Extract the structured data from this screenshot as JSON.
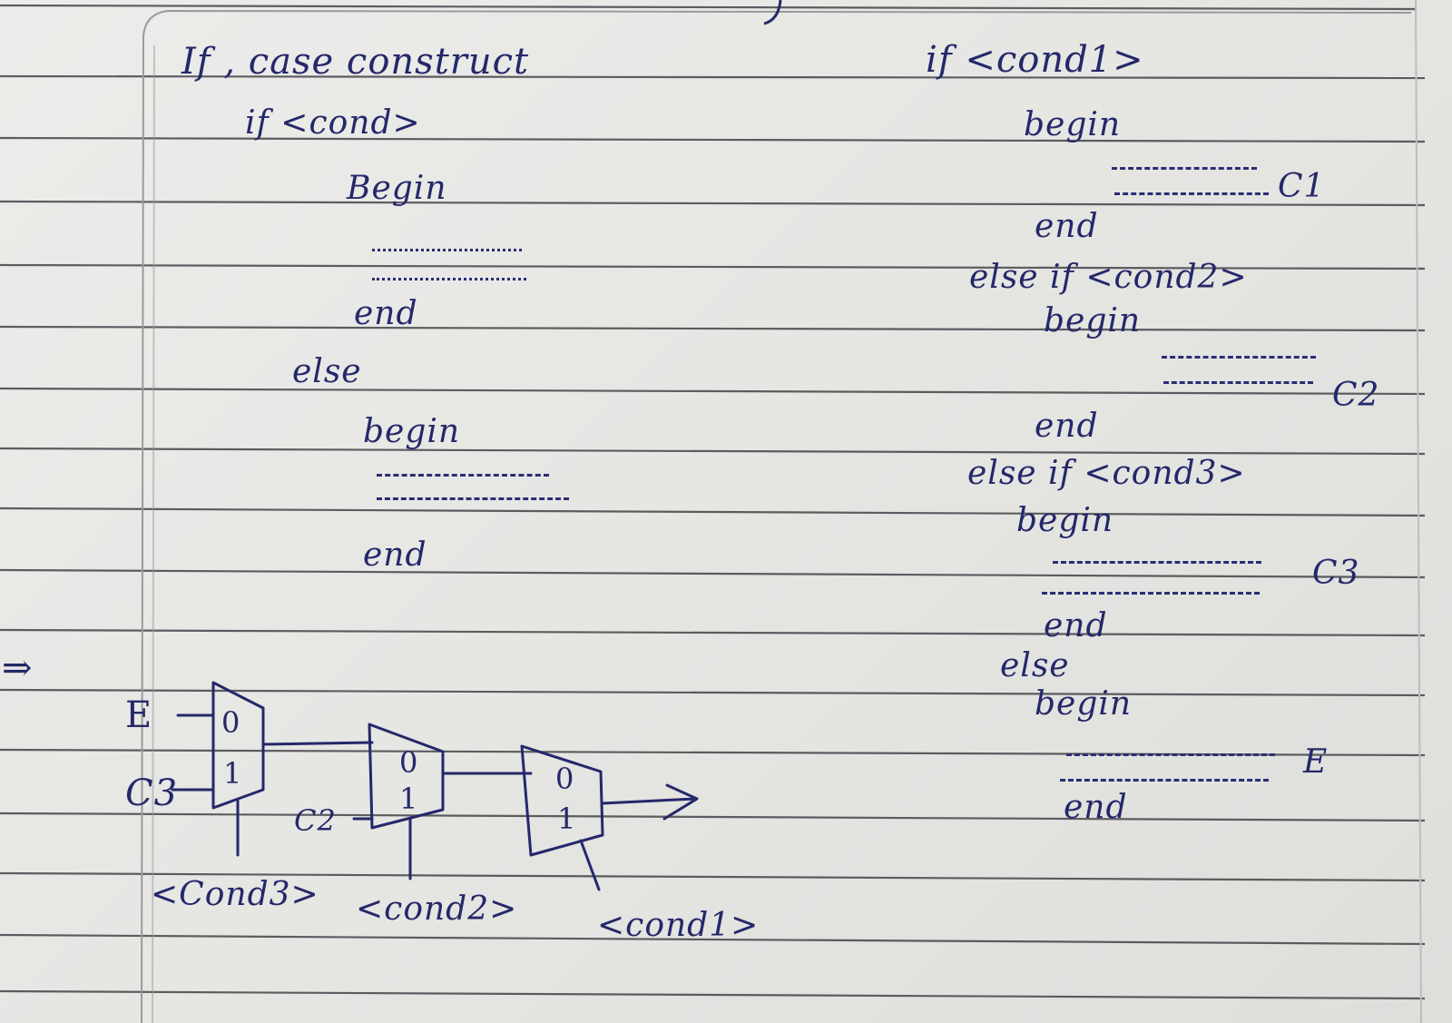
{
  "left": {
    "title": "If , case construct",
    "if_line": "if <cond>",
    "begin_1": "Begin",
    "end_1": "end",
    "else": "else",
    "begin_2": "begin",
    "end_2": "end"
  },
  "right": {
    "if_line": "if <cond1>",
    "begin_1": "begin",
    "c1": "C1",
    "end_1": "end",
    "elseif_2": "else if <cond2>",
    "begin_2": "begin",
    "c2": "C2",
    "end_2": "end",
    "elseif_3": "else if <cond3>",
    "begin_3": "begin",
    "c3": "C3",
    "end_3": "end",
    "else": "else",
    "begin_4": "begin",
    "e": "E",
    "end_4": "end"
  },
  "implies": "⇒",
  "diagram": {
    "input_e": "E",
    "input_c3": "C3",
    "input_c2": "C2",
    "mux_in0": "0",
    "mux_in1": "1",
    "sel_cond3": "<Cond3>",
    "sel_cond2": "<cond2>",
    "sel_cond1": "<cond1>"
  },
  "colors": {
    "ink": "#24286a",
    "rule": "#3f3f46",
    "paper": "#e8e8e5"
  }
}
